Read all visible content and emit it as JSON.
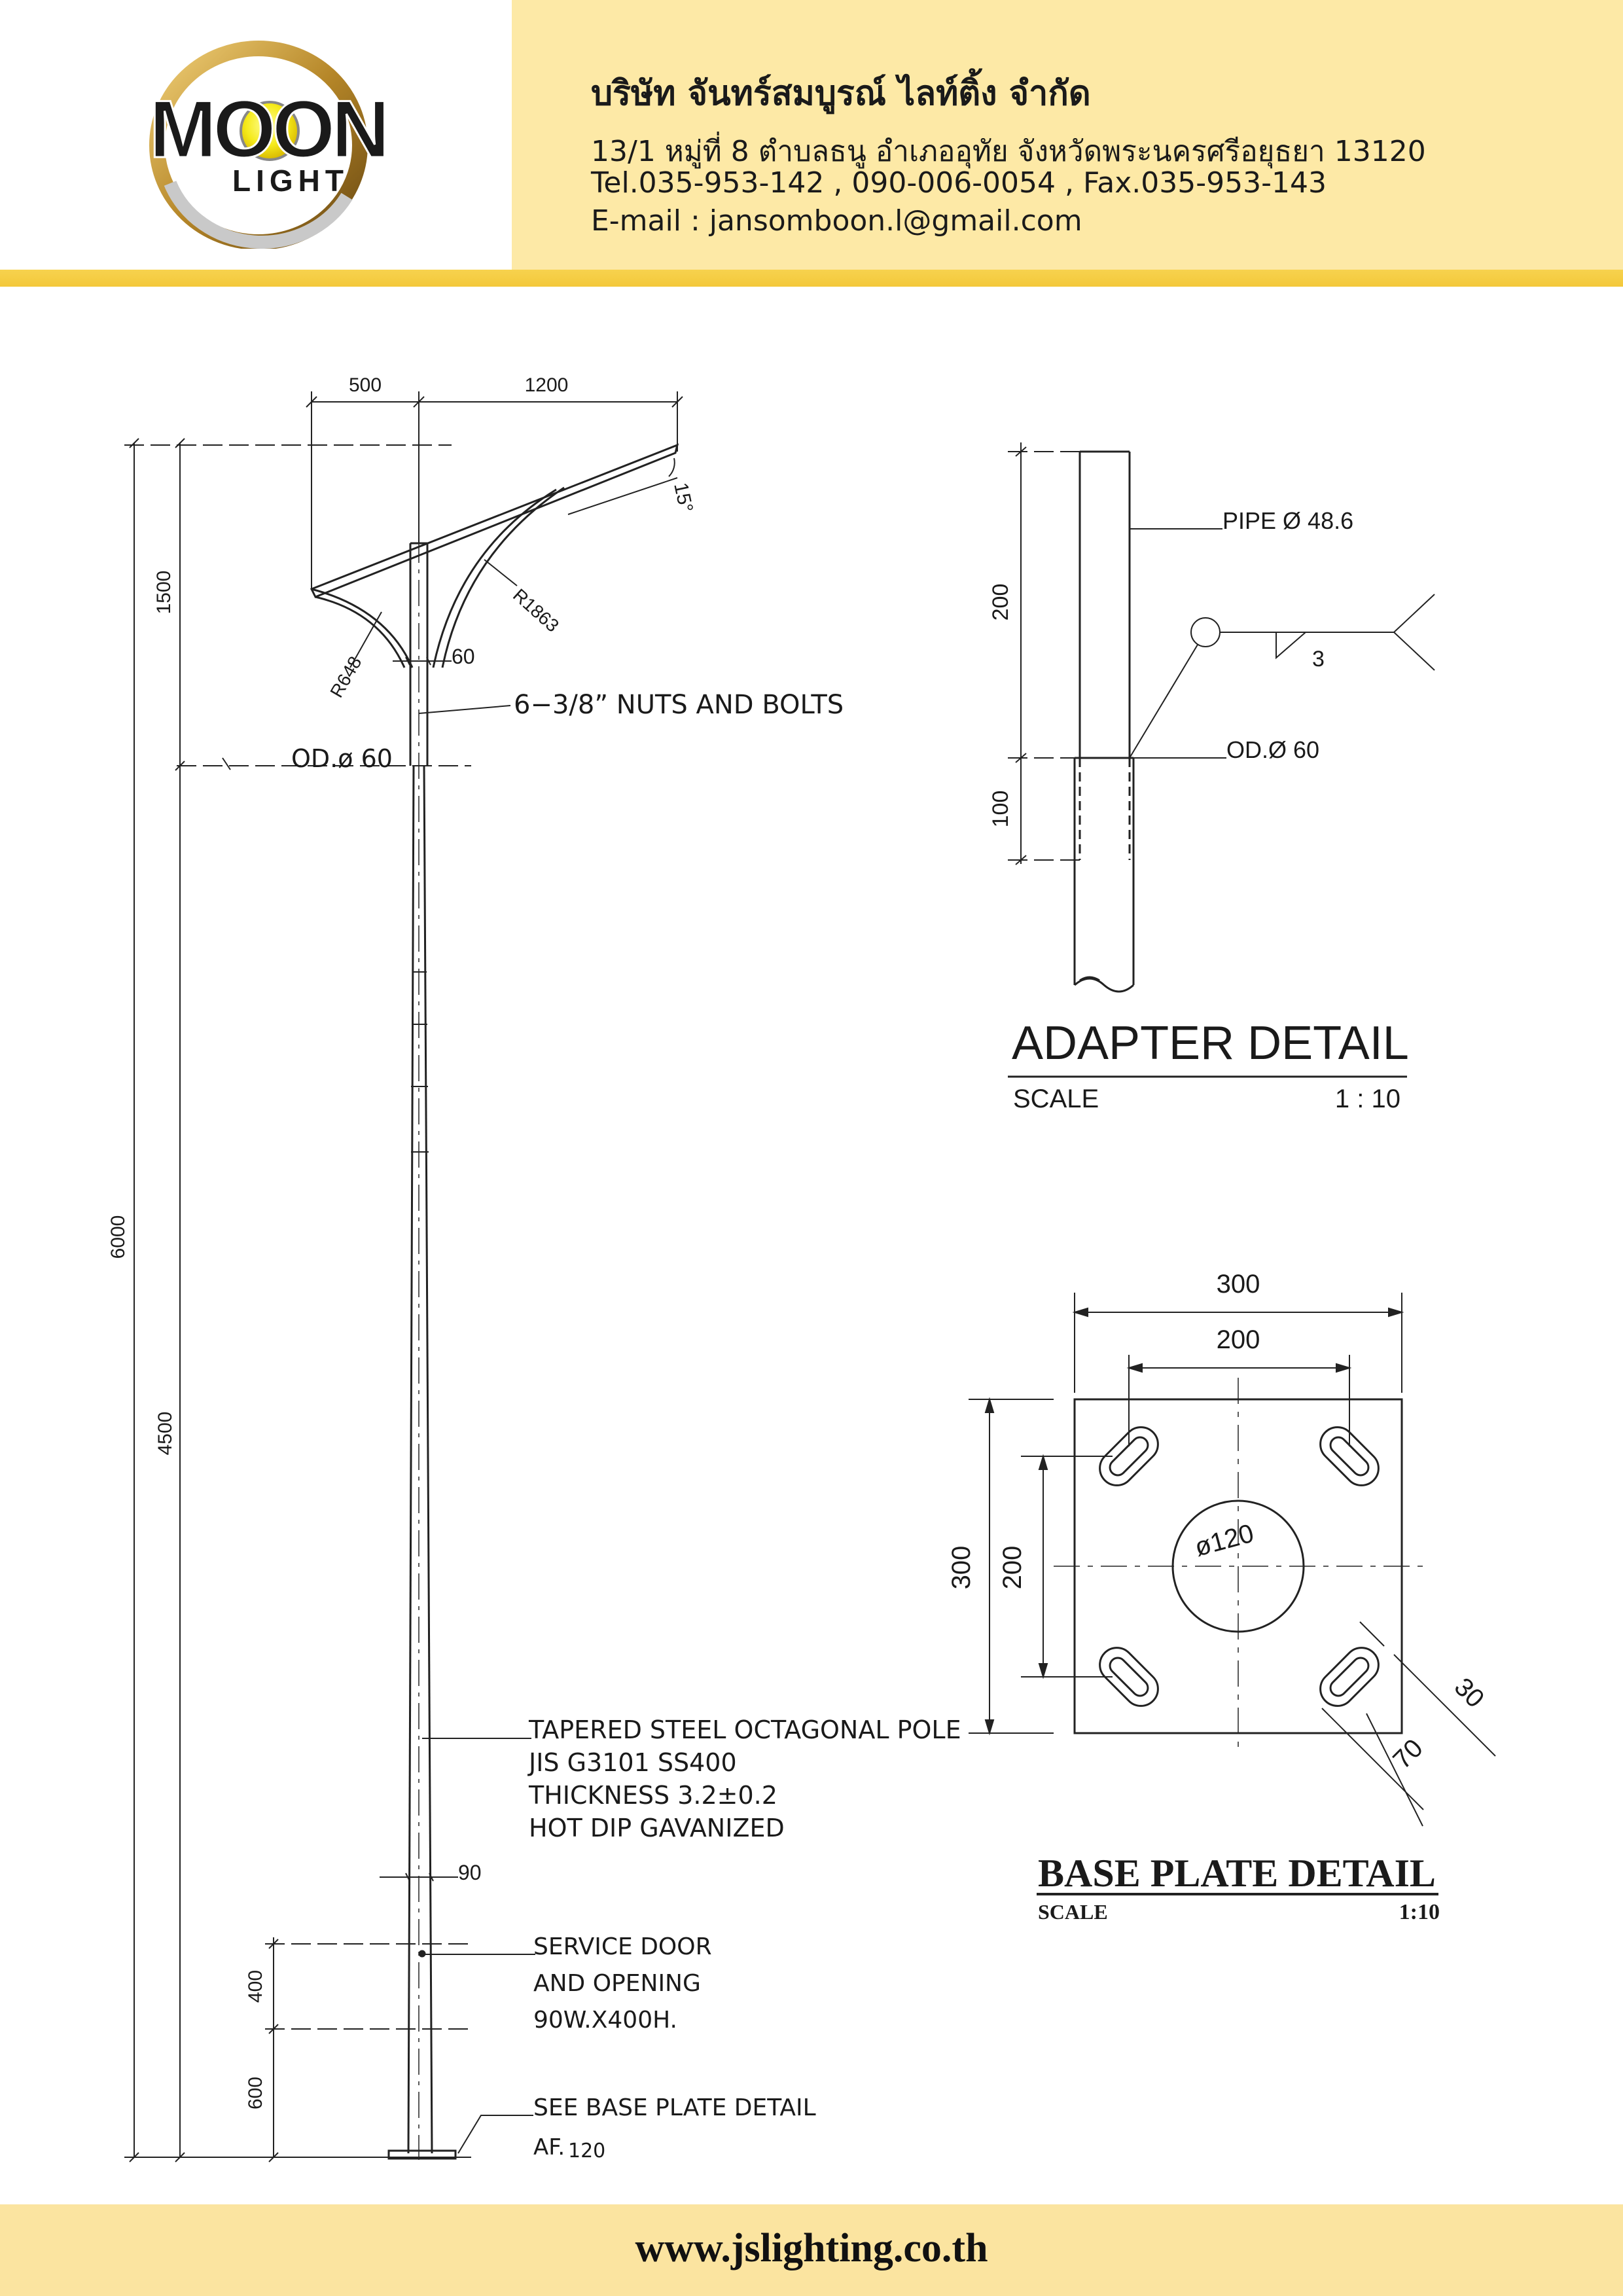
{
  "header": {
    "company_name": "บริษัท จันทร์สมบูรณ์ ไลท์ติ้ง จำกัด",
    "address": "13/1 หมู่ที่ 8 ตำบลธนู อำเภออุทัย จังหวัดพระนครศรีอยุธยา 13120",
    "phone": "Tel.035-953-142 , 090-006-0054 , Fax.035-953-143",
    "email": "E-mail : jansomboon.l@gmail.com",
    "logo": {
      "word_top": "MOON",
      "word_bottom": "LIGHT"
    }
  },
  "pole_drawing": {
    "dim_arm_left": "500",
    "dim_arm_right": "1200",
    "dim_upper": "1500",
    "dim_total": "6000",
    "dim_lower": "4500",
    "dim_door": "400",
    "dim_base": "600",
    "angle": "15°",
    "r_small": "R648",
    "r_large": "R1863",
    "top_width": "60",
    "bottom_width": "90",
    "nuts_bolts": "6−3/8” NUTS AND BOLTS",
    "od": "OD.ø 60",
    "pole_spec": [
      "TAPERED STEEL OCTAGONAL POLE",
      "JIS   G3101   SS400",
      "THICKNESS   3.2±0.2",
      "HOT DIP  GAVANIZED"
    ],
    "service_door": [
      "SERVICE DOOR",
      "AND OPENING",
      "90W.X400H."
    ],
    "base_ref": [
      "SEE BASE PLATE DETAIL",
      "AF."
    ],
    "base_ref_num": "120"
  },
  "adapter_detail": {
    "pipe": "PIPE Ø 48.6",
    "od": "OD.Ø 60",
    "weld": "3",
    "dim_upper": "200",
    "dim_lower": "100",
    "title": "ADAPTER DETAIL",
    "scale_label": "SCALE",
    "scale_value": "1 : 10"
  },
  "base_plate_detail": {
    "dim_outer_w": "300",
    "dim_inner_w": "200",
    "dim_outer_h": "300",
    "dim_inner_h": "200",
    "hole": "ø120",
    "slot_w": "30",
    "slot_l": "70",
    "title": "BASE PLATE DETAIL",
    "scale_label": "SCALE",
    "scale_value": "1:10"
  },
  "footer": {
    "website": "www.jslighting.co.th"
  }
}
